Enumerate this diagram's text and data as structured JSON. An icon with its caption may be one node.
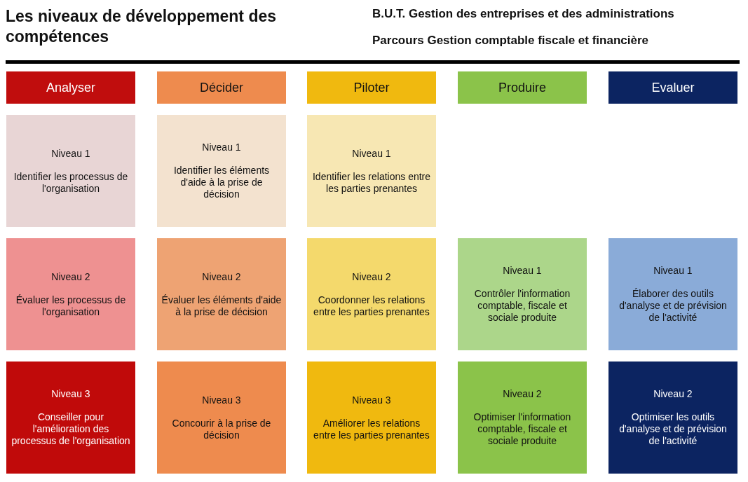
{
  "diagram": {
    "title": "Les niveaux de développement des compétences",
    "nodes": [
      {
        "text": [
          "Analyser"
        ]
      },
      {
        "text": [
          "Décider"
        ]
      },
      {
        "text": [
          "Piloter"
        ]
      },
      {
        "text": [
          "Produire"
        ]
      },
      {
        "text": [
          "Evaluer"
        ]
      },
      {
        "text": [
          "Niveau 1",
          "Identifier les processus de l'organisation"
        ]
      },
      {
        "text": [
          "Niveau 1",
          "Identifier les éléments d'aide à la prise de décision"
        ]
      },
      {
        "text": [
          "Niveau 1",
          "Identifier les relations entre les parties prenantes"
        ]
      },
      {
        "text": [
          "Niveau 2",
          "Évaluer les processus de l'organisation"
        ]
      },
      {
        "text": [
          "Niveau 2",
          "Évaluer les éléments d'aide à la prise de décision"
        ]
      },
      {
        "text": [
          "Niveau 2",
          "Coordonner les relations entre les parties prenantes"
        ]
      },
      {
        "text": [
          "Niveau 1",
          "Contrôler l'information comptable, fiscale et sociale produite"
        ]
      },
      {
        "text": [
          "Niveau 1",
          "Élaborer des outils d'analyse et de prévision de l'activité"
        ]
      },
      {
        "text": [
          "Niveau 3",
          "Conseiller pour l'amélioration des processus de l'organisation"
        ]
      },
      {
        "text": [
          "Niveau 3",
          "Concourir à la prise de décision"
        ]
      },
      {
        "text": [
          "Niveau 3",
          "Améliorer les relations entre les parties prenantes"
        ]
      },
      {
        "text": [
          "Niveau 2",
          "Optimiser l'information comptable, fiscale et sociale produite"
        ]
      },
      {
        "text": [
          "Niveau 2",
          "Optimiser les outils d'analyse et de prévision de l'activité"
        ]
      }
    ],
    "labels": [
      "B.U.T. Gestion des entreprises et des administrations",
      "Parcours Gestion comptable fiscale et financière"
    ]
  }
}
